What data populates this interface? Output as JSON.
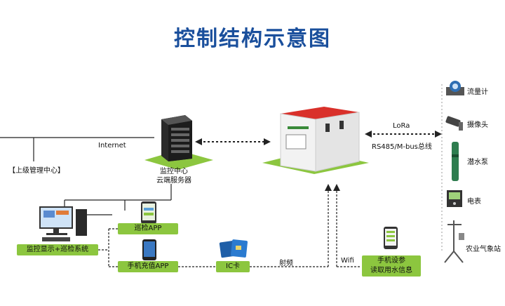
{
  "title": "控制结构示意图",
  "labels": {
    "internet": "Internet",
    "upper_center": "【上级管理中心】",
    "monitor_center": "监控中心",
    "cloud_server": "云端服务器",
    "lora": "LoRa",
    "rs485": "RS485/M-bus总线",
    "rf": "射频",
    "wifi": "Wifi"
  },
  "boxes": {
    "inspect_app": "巡检APP",
    "monitor_system": "监控显示+巡检系统",
    "charge_app": "手机充值APP",
    "ic_card": "IC卡",
    "phone_device_line1": "手机设参",
    "phone_device_line2": "读取用水信息"
  },
  "devices": {
    "flowmeter": "流量计",
    "camera": "摄像头",
    "pump": "潜水泵",
    "meter": "电表",
    "weather": "农业气象站"
  },
  "colors": {
    "title": "#1a4f9c",
    "green": "#8cc63f",
    "cabinet_roof": "#d9302a"
  }
}
